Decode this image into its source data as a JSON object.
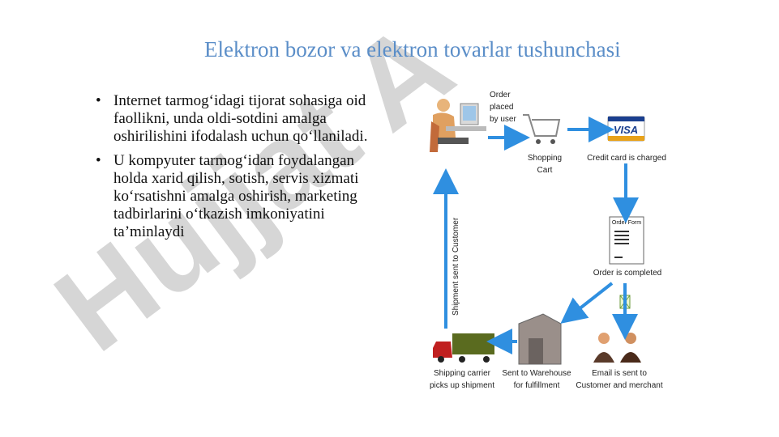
{
  "slide": {
    "title": "Elektron bozor va elektron tovarlar tushunchasi",
    "bullets": [
      "Internet tarmog‘idagi tijorat sohasiga oid faollikni, unda oldi-sotdini amalga oshirilishini ifodalash uchun qo‘llaniladi.",
      "U kompyuter tarmog‘idan foydalangan holda xarid qilish, sotish, servis xizmati ko‘rsatishni amalga oshirish, marketing tadbirlarini o‘tkazish imkoniyatini ta’minlaydi"
    ],
    "bullet_symbol": "•"
  },
  "diagram": {
    "order_placed": [
      "Order",
      "placed",
      "by user"
    ],
    "shopping_cart": [
      "Shopping",
      "Cart"
    ],
    "visa_text": "VISA",
    "credit_card": "Credit card is charged",
    "order_form": "Order Form",
    "order_completed": "Order is completed",
    "email": [
      "Email is sent to",
      "Customer and merchant"
    ],
    "warehouse": [
      "Sent to Warehouse",
      "for fulfillment"
    ],
    "shipping": [
      "Shipping carrier",
      "picks up shipment"
    ],
    "shipment_sent": "Shipment sent to Customer"
  },
  "watermark": {
    "text": "Hujjat A",
    "color": "#bdbdbd",
    "accent": "#dcd3f0"
  },
  "colors": {
    "title": "#5b8ec8",
    "arrow": "#2f8fe0"
  }
}
